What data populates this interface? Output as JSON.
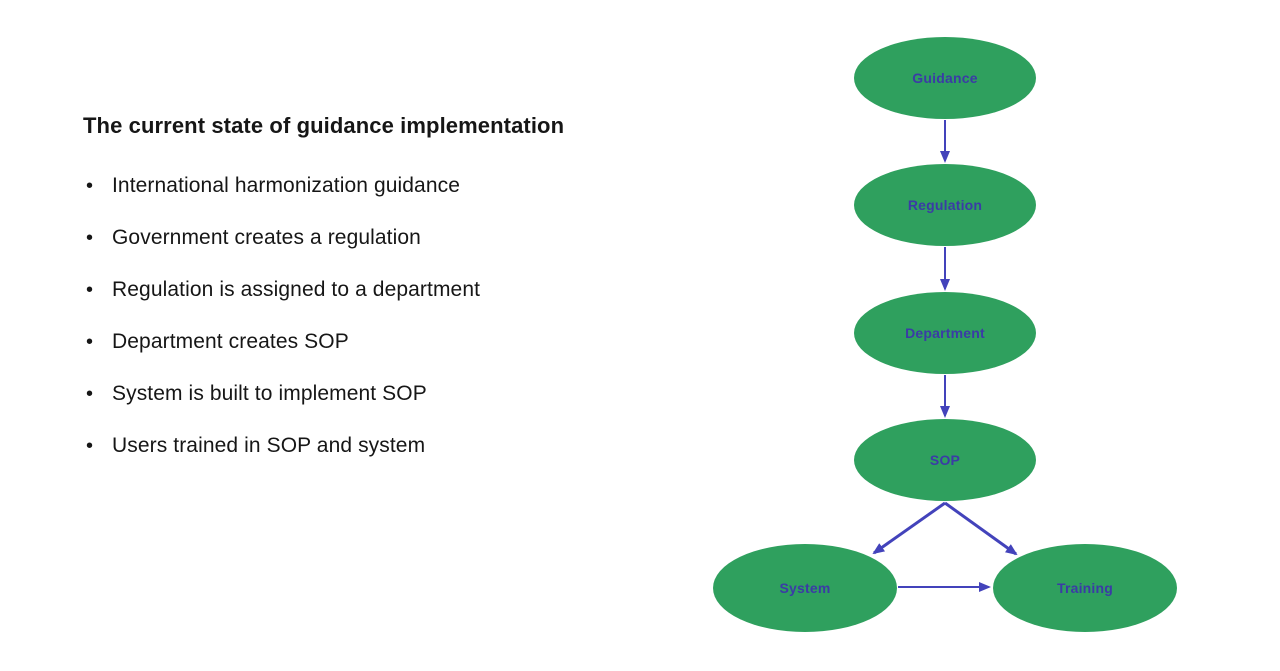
{
  "slide": {
    "title": "The current state of guidance implementation",
    "bullets": [
      "International harmonization guidance",
      "Government creates a regulation",
      "Regulation is assigned to a department",
      "Department creates SOP",
      "System is built to implement SOP",
      "Users trained in SOP and system"
    ]
  },
  "diagram": {
    "nodes": [
      {
        "id": "guidance",
        "label": "Guidance"
      },
      {
        "id": "regulation",
        "label": "Regulation"
      },
      {
        "id": "department",
        "label": "Department"
      },
      {
        "id": "sop",
        "label": "SOP"
      },
      {
        "id": "system",
        "label": "System"
      },
      {
        "id": "training",
        "label": "Training"
      }
    ],
    "edges": [
      {
        "from": "Guidance",
        "to": "Regulation"
      },
      {
        "from": "Regulation",
        "to": "Department"
      },
      {
        "from": "Department",
        "to": "SOP"
      },
      {
        "from": "SOP",
        "to": "System"
      },
      {
        "from": "SOP",
        "to": "Training"
      },
      {
        "from": "System",
        "to": "Training"
      }
    ],
    "colors": {
      "node_fill": "#2FA05E",
      "node_label": "#3B3BA6",
      "arrow": "#4343BB",
      "text": "#161616",
      "background": "#FFFFFF"
    }
  }
}
